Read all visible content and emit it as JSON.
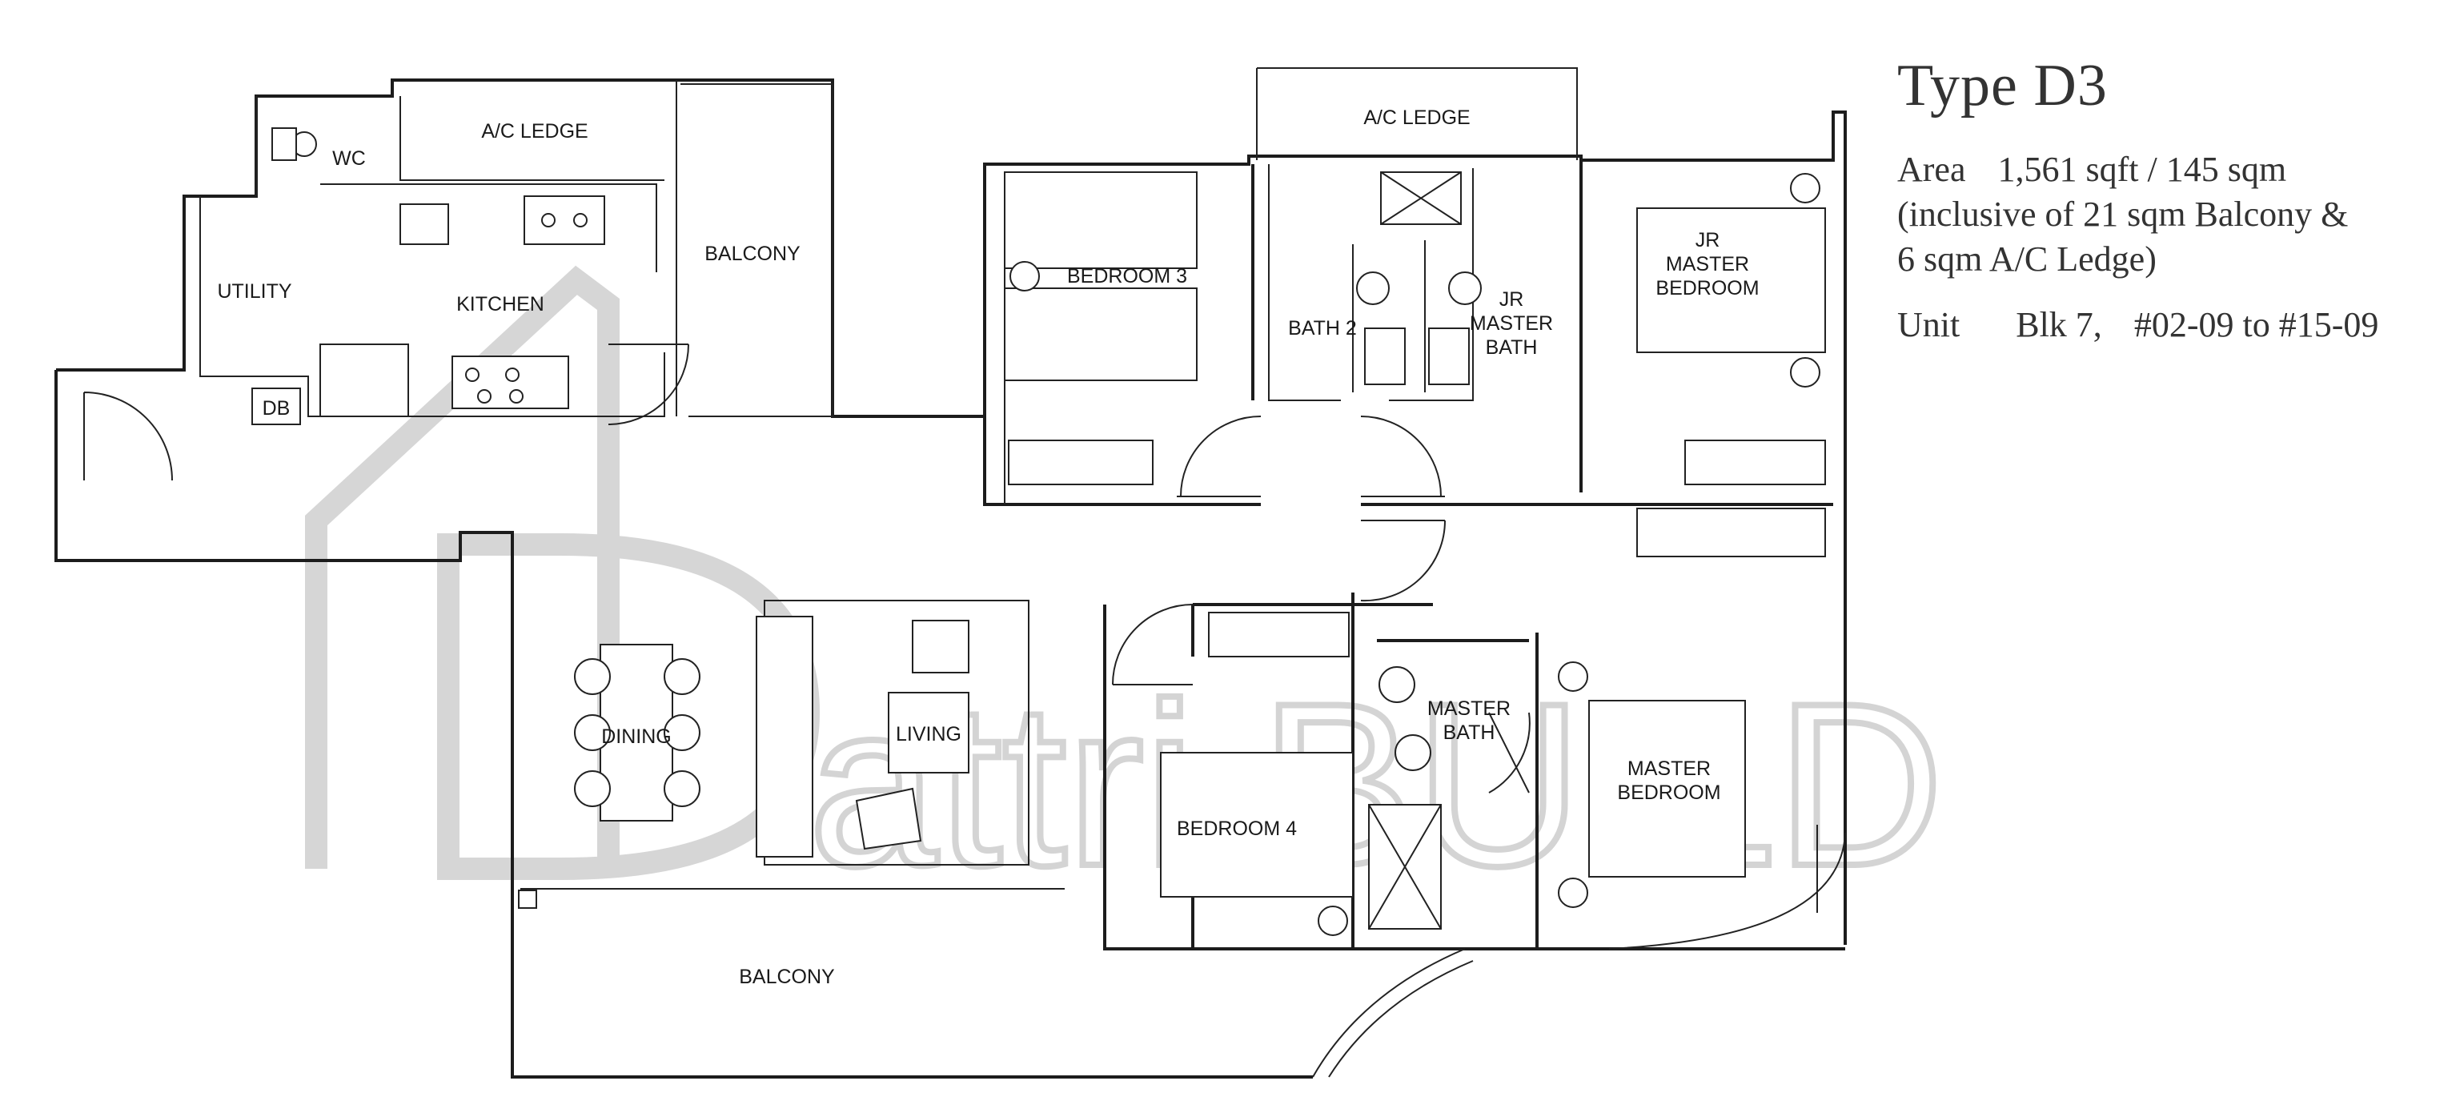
{
  "info": {
    "type_title": "Type D3",
    "area_label": "Area",
    "area_value": "1,561 sqft / 145 sqm",
    "inclusive_line1": "(inclusive of 21 sqm Balcony &",
    "inclusive_line2": "6 sqm A/C Ledge)",
    "unit_label": "Unit",
    "unit_block": "Blk 7,",
    "unit_range": "#02-09 to #15-09"
  },
  "rooms": {
    "ac_ledge_left": "A/C LEDGE",
    "wc": "WC",
    "balcony_top": "BALCONY",
    "utility": "UTILITY",
    "kitchen": "KITCHEN",
    "db": "DB",
    "ac_ledge_top": "A/C LEDGE",
    "bedroom_3": "BEDROOM 3",
    "bath_2": "BATH 2",
    "jr_master_bath_1": "JR",
    "jr_master_bath_2": "MASTER",
    "jr_master_bath_3": "BATH",
    "jr_master_bedroom_1": "JR",
    "jr_master_bedroom_2": "MASTER",
    "jr_master_bedroom_3": "BEDROOM",
    "dining": "DINING",
    "living": "LIVING",
    "bedroom_4": "BEDROOM 4",
    "master_bath_1": "MASTER",
    "master_bath_2": "BATH",
    "master_bedroom_1": "MASTER",
    "master_bedroom_2": "BEDROOM",
    "balcony_bottom": "BALCONY"
  },
  "watermark": "attri.BUILD"
}
